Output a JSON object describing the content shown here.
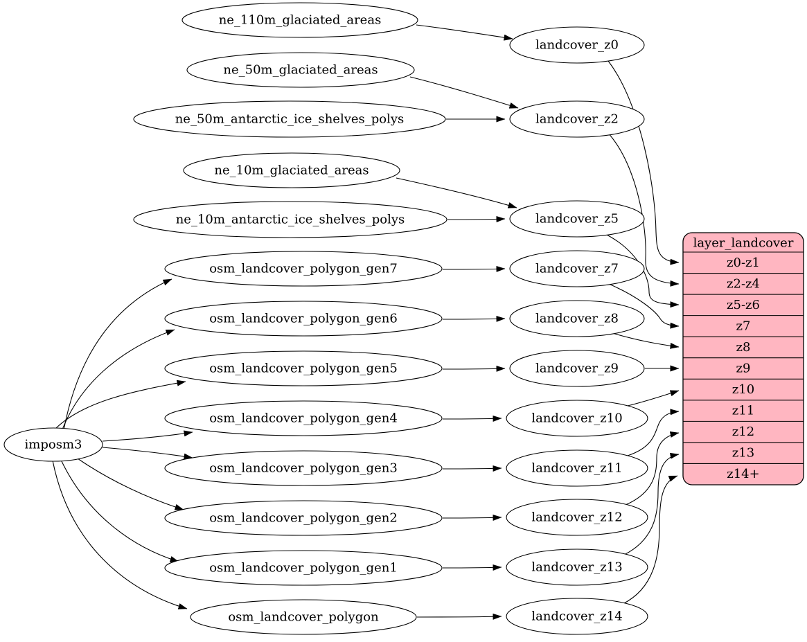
{
  "diagram": {
    "colors": {
      "background": "#ffffff",
      "node_fill": "#ffffff",
      "node_stroke": "#000000",
      "edge": "#000000",
      "table_fill": "#ffb6c1",
      "table_stroke": "#000000",
      "text": "#000000"
    },
    "nodes": [
      {
        "id": "imposm3",
        "label": "imposm3"
      },
      {
        "id": "ne_110m_glaciated_areas",
        "label": "ne_110m_glaciated_areas"
      },
      {
        "id": "ne_50m_glaciated_areas",
        "label": "ne_50m_glaciated_areas"
      },
      {
        "id": "ne_50m_antarctic_ice_shelves_polys",
        "label": "ne_50m_antarctic_ice_shelves_polys"
      },
      {
        "id": "ne_10m_glaciated_areas",
        "label": "ne_10m_glaciated_areas"
      },
      {
        "id": "ne_10m_antarctic_ice_shelves_polys",
        "label": "ne_10m_antarctic_ice_shelves_polys"
      },
      {
        "id": "osm_landcover_polygon_gen7",
        "label": "osm_landcover_polygon_gen7"
      },
      {
        "id": "osm_landcover_polygon_gen6",
        "label": "osm_landcover_polygon_gen6"
      },
      {
        "id": "osm_landcover_polygon_gen5",
        "label": "osm_landcover_polygon_gen5"
      },
      {
        "id": "osm_landcover_polygon_gen4",
        "label": "osm_landcover_polygon_gen4"
      },
      {
        "id": "osm_landcover_polygon_gen3",
        "label": "osm_landcover_polygon_gen3"
      },
      {
        "id": "osm_landcover_polygon_gen2",
        "label": "osm_landcover_polygon_gen2"
      },
      {
        "id": "osm_landcover_polygon_gen1",
        "label": "osm_landcover_polygon_gen1"
      },
      {
        "id": "osm_landcover_polygon",
        "label": "osm_landcover_polygon"
      },
      {
        "id": "landcover_z0",
        "label": "landcover_z0"
      },
      {
        "id": "landcover_z2",
        "label": "landcover_z2"
      },
      {
        "id": "landcover_z5",
        "label": "landcover_z5"
      },
      {
        "id": "landcover_z7",
        "label": "landcover_z7"
      },
      {
        "id": "landcover_z8",
        "label": "landcover_z8"
      },
      {
        "id": "landcover_z9",
        "label": "landcover_z9"
      },
      {
        "id": "landcover_z10",
        "label": "landcover_z10"
      },
      {
        "id": "landcover_z11",
        "label": "landcover_z11"
      },
      {
        "id": "landcover_z12",
        "label": "landcover_z12"
      },
      {
        "id": "landcover_z13",
        "label": "landcover_z13"
      },
      {
        "id": "landcover_z14",
        "label": "landcover_z14"
      }
    ],
    "table": {
      "title": "layer_landcover",
      "rows": [
        "z0-z1",
        "z2-z4",
        "z5-z6",
        "z7",
        "z8",
        "z9",
        "z10",
        "z11",
        "z12",
        "z13",
        "z14+"
      ]
    },
    "edges": [
      {
        "from": "imposm3",
        "to": "osm_landcover_polygon_gen7"
      },
      {
        "from": "imposm3",
        "to": "osm_landcover_polygon_gen6"
      },
      {
        "from": "imposm3",
        "to": "osm_landcover_polygon_gen5"
      },
      {
        "from": "imposm3",
        "to": "osm_landcover_polygon_gen4"
      },
      {
        "from": "imposm3",
        "to": "osm_landcover_polygon_gen3"
      },
      {
        "from": "imposm3",
        "to": "osm_landcover_polygon_gen2"
      },
      {
        "from": "imposm3",
        "to": "osm_landcover_polygon_gen1"
      },
      {
        "from": "imposm3",
        "to": "osm_landcover_polygon"
      },
      {
        "from": "ne_110m_glaciated_areas",
        "to": "landcover_z0"
      },
      {
        "from": "ne_50m_glaciated_areas",
        "to": "landcover_z2"
      },
      {
        "from": "ne_50m_antarctic_ice_shelves_polys",
        "to": "landcover_z2"
      },
      {
        "from": "ne_10m_glaciated_areas",
        "to": "landcover_z5"
      },
      {
        "from": "ne_10m_antarctic_ice_shelves_polys",
        "to": "landcover_z5"
      },
      {
        "from": "osm_landcover_polygon_gen7",
        "to": "landcover_z7"
      },
      {
        "from": "osm_landcover_polygon_gen6",
        "to": "landcover_z8"
      },
      {
        "from": "osm_landcover_polygon_gen5",
        "to": "landcover_z9"
      },
      {
        "from": "osm_landcover_polygon_gen4",
        "to": "landcover_z10"
      },
      {
        "from": "osm_landcover_polygon_gen3",
        "to": "landcover_z11"
      },
      {
        "from": "osm_landcover_polygon_gen2",
        "to": "landcover_z12"
      },
      {
        "from": "osm_landcover_polygon_gen1",
        "to": "landcover_z13"
      },
      {
        "from": "osm_landcover_polygon",
        "to": "landcover_z14"
      },
      {
        "from": "landcover_z0",
        "to": "layer_landcover",
        "row": "z0-z1"
      },
      {
        "from": "landcover_z2",
        "to": "layer_landcover",
        "row": "z2-z4"
      },
      {
        "from": "landcover_z5",
        "to": "layer_landcover",
        "row": "z5-z6"
      },
      {
        "from": "landcover_z7",
        "to": "layer_landcover",
        "row": "z7"
      },
      {
        "from": "landcover_z8",
        "to": "layer_landcover",
        "row": "z8"
      },
      {
        "from": "landcover_z9",
        "to": "layer_landcover",
        "row": "z9"
      },
      {
        "from": "landcover_z10",
        "to": "layer_landcover",
        "row": "z10"
      },
      {
        "from": "landcover_z11",
        "to": "layer_landcover",
        "row": "z11"
      },
      {
        "from": "landcover_z12",
        "to": "layer_landcover",
        "row": "z12"
      },
      {
        "from": "landcover_z13",
        "to": "layer_landcover",
        "row": "z13"
      },
      {
        "from": "landcover_z14",
        "to": "layer_landcover",
        "row": "z14+"
      }
    ]
  }
}
